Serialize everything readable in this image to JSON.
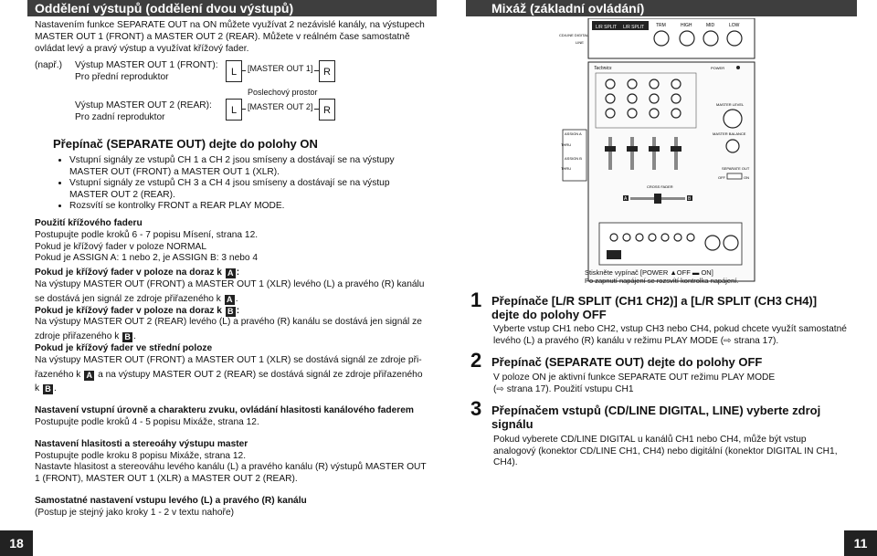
{
  "left": {
    "header": "Oddělení výstupů (oddělení dvou výstupů)",
    "intro": "Nastavením funkce SEPARATE OUT na ON můžete využívat 2 nezávislé kanály, na výstupech MASTER OUT 1 (FRONT) a MASTER OUT 2 (REAR). Můžete v reálném čase samostatně ovládat levý a pravý výstup a využívat křížový fader.",
    "example_label": "(např.)",
    "out1_line1": "Výstup MASTER OUT 1 (FRONT):",
    "out1_line2": "Pro přední reproduktor",
    "out2_line1": "Výstup MASTER OUT 2 (REAR):",
    "out2_line2": "Pro zadní reproduktor",
    "box1_label": "[MASTER OUT 1]",
    "box2_label": "[MASTER OUT 2]",
    "listening_area": "Poslechový prostor",
    "L": "L",
    "R": "R",
    "switch_heading": "Přepínač (SEPARATE OUT) dejte do polohy ON",
    "bullets": [
      "Vstupní signály ze vstupů CH 1 a CH 2 jsou smíseny a dostávají se na výstupy MASTER OUT (FRONT) a MASTER OUT 1 (XLR).",
      "Vstupní signály ze vstupů CH 3 a CH 4 jsou smíseny a dostávají se na výstup MASTER OUT 2 (REAR).",
      "Rozsvítí se kontrolky FRONT a REAR PLAY MODE."
    ],
    "crossfader_heading": "Použití křížového faderu",
    "crossfader_lines": [
      "Postupujte podle kroků 6 - 7 popisu Mísení, strana 12.",
      "Pokud je křížový fader v poloze NORMAL",
      "Pokud je ASSIGN A: 1 nebo 2, je ASSIGN B: 3 nebo 4"
    ],
    "fullA_heading": "Pokud je křížový fader v poloze na doraz k",
    "fullA_text1": "Na výstupy MASTER OUT (FRONT) a MASTER OUT 1 (XLR) levého (L) a pravého (R) kanálu",
    "fullA_text2": "se dostává jen signál ze zdroje přiřazeného k",
    "fullB_heading": "Pokud je křížový fader v poloze na doraz k",
    "fullB_text1": "Na výstupy MASTER OUT 2 (REAR) levého (L) a pravého (R) kanálu se dostává jen signál ze",
    "fullB_text2": "zdroje přiřazeného k",
    "center_heading": "Pokud je křížový fader ve střední poloze",
    "center_text1": "Na výstupy MASTER OUT (FRONT) a MASTER OUT 1 (XLR) se dostává signál ze zdroje při-",
    "center_text2": "řazeného k",
    "center_text3": "a na výstupy MASTER OUT 2 (REAR) se dostává signál ze zdroje přiřazeného",
    "center_text4": "k",
    "key_A": "A",
    "key_B": "B",
    "colon": ":",
    "dot": ".",
    "tone_heading": "Nastavení vstupní úrovně a charakteru zvuku, ovládání hlasitosti kanálového faderem",
    "tone_text": "Postupujte podle kroků 4 - 5 popisu Mixáže, strana 12.",
    "stereo_heading": "Nastavení hlasitosti a stereoáhy výstupu master",
    "stereo_text1": "Postupujte podle kroku 8 popisu Mixáže, strana 12.",
    "stereo_text2": "Nastavte hlasitost a stereováhu levého kanálu (L) a pravého kanálu (R) výstupů MASTER OUT",
    "stereo_text3": "1 (FRONT), MASTER OUT 1 (XLR) a MASTER OUT 2 (REAR).",
    "separate_heading": "Samostatné nastavení vstupu levého (L) a pravého (R) kanálu",
    "separate_text": "(Postup je stejný jako kroky 1 - 2 v textu nahoře)",
    "page_number": "18"
  },
  "right": {
    "header": "Mixáž (základní ovládání)",
    "power_note1": "Stiskněte vypínač [POWER ▲OFF ▬ ON]",
    "power_note2": "Po zapnutí napájení se rozsvítí kontrolka napájení.",
    "mixer_labels": {
      "treble": "TRM",
      "high": "HIGH",
      "mid": "MID",
      "low": "LOW",
      "power": "POWER",
      "master_level": "MASTER LEVEL",
      "master_balance": "MASTER BALANCE",
      "separate_out": "SEPARATE OUT",
      "off": "OFF",
      "on": "ON",
      "assign_a": "ASSIGN A",
      "assign_b": "ASSIGN B",
      "thru": "THRU",
      "cross_fader": "CROSS FADER",
      "cd_line_digital": "CD/LINE DIGITAL",
      "line": "LINE",
      "lr_split": "L/R SPLIT",
      "marker_a": "A",
      "marker_b": "B",
      "brand": "Technics"
    },
    "steps": [
      {
        "num": "1",
        "title": "Přepínače [L/R SPLIT (CH1 CH2)] a [L/R SPLIT (CH3 CH4)] dejte do polohy OFF",
        "text": "Vyberte vstup CH1 nebo CH2, vstup CH3 nebo CH4, pokud chcete využít samostatné levého (L) a pravého (R) kanálu v režimu PLAY MODE (⇨ strana 17)."
      },
      {
        "num": "2",
        "title": "Přepínač (SEPARATE OUT) dejte do polohy OFF",
        "text": "V poloze ON je aktivní funkce SEPARATE OUT režimu PLAY MODE (⇨ strana 17). Použití vstupu CH1"
      },
      {
        "num": "3",
        "title": "Přepínačem vstupů (CD/LINE DIGITAL, LINE) vyberte zdroj signálu",
        "text": "Pokud vyberete CD/LINE DIGITAL u kanálů CH1 nebo CH4, může být vstup analogový (konektor CD/LINE CH1, CH4) nebo digitální (konektor DIGITAL IN CH1, CH4)."
      }
    ],
    "page_number": "11"
  }
}
